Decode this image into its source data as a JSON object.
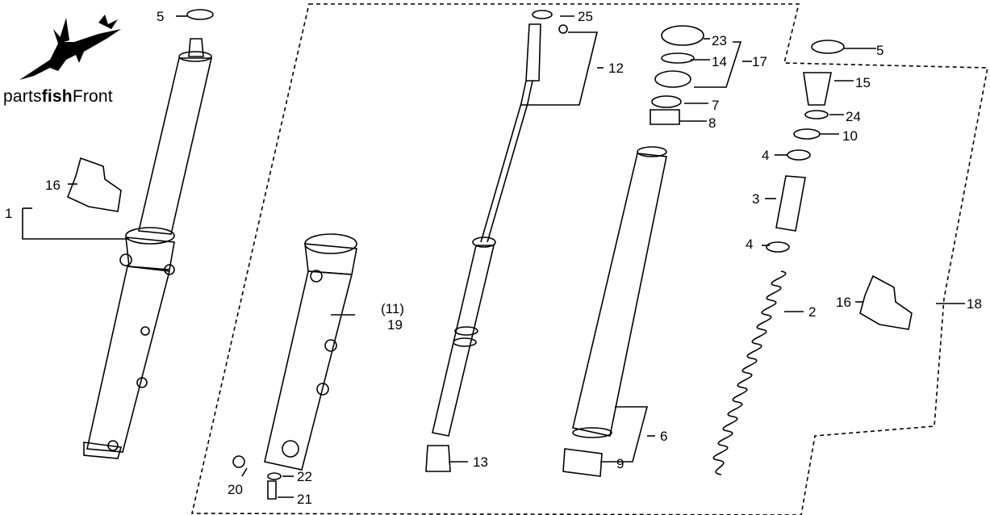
{
  "brand": {
    "prefix": "parts",
    "bold": "fish",
    "suffix": "Front"
  },
  "labels": {
    "l1": "1",
    "l2": "2",
    "l3": "3",
    "l4a": "4",
    "l4b": "4",
    "l5a": "5",
    "l5b": "5",
    "l6": "6",
    "l7": "7",
    "l8": "8",
    "l9": "9",
    "l10": "10",
    "l11": "(11)",
    "l12": "12",
    "l13": "13",
    "l14": "14",
    "l15": "15",
    "l16a": "16",
    "l16b": "16",
    "l17": "17",
    "l18": "18",
    "l19": "19",
    "l20": "20",
    "l21": "21",
    "l22": "22",
    "l23": "23",
    "l24": "24",
    "l25": "25"
  }
}
